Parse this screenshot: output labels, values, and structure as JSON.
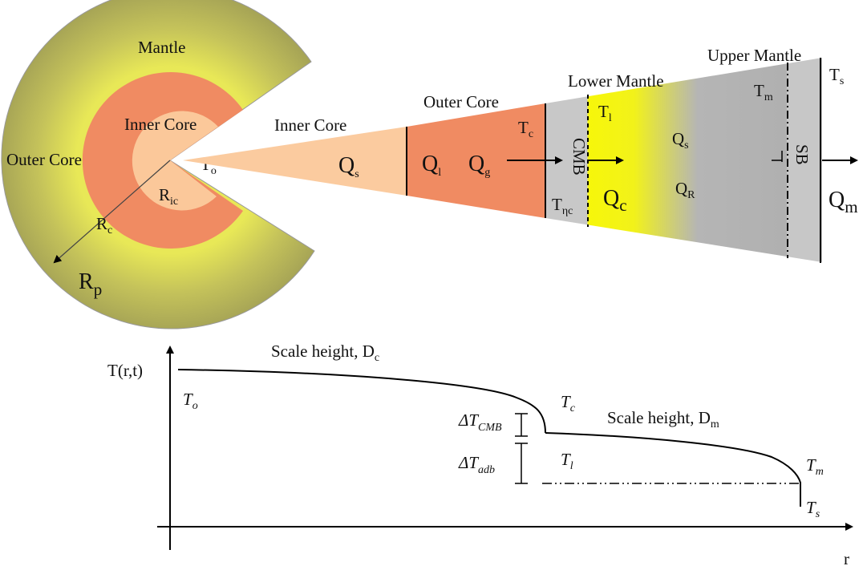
{
  "colors": {
    "mantle": "#a7a556",
    "mantle_glow": "#e8e857",
    "outer_core": "#f08b62",
    "inner_core": "#fbc89a",
    "wedge_inner": "#fbcb9f",
    "wedge_outer": "#f08b62",
    "cmb_gray": "#c8c8c8",
    "lower_mantle_yellow": "#f7f70a",
    "upper_gray": "#b0b0b0",
    "sb_gray": "#c7c7c7"
  },
  "planet": {
    "mantle_label": "Mantle",
    "outer_core_label": "Outer Core",
    "inner_core_label": "Inner Core",
    "center_label": "T",
    "center_sub": "o",
    "ric_label": "R",
    "ric_sub": "ic",
    "rc_label": "R",
    "rc_sub": "c",
    "rp_label": "R",
    "rp_sub": "p"
  },
  "wedge": {
    "inner_core_title": "Inner Core",
    "outer_core_title": "Outer Core",
    "lower_mantle_title": "Lower Mantle",
    "upper_mantle_title": "Upper Mantle",
    "qs_inner": "Q",
    "qs_inner_sub": "s",
    "ql": "Q",
    "ql_sub": "l",
    "qg": "Q",
    "qg_sub": "g",
    "tc": "T",
    "tc_sub": "c",
    "cmb": "CMB",
    "teta": "T",
    "teta_sub": "ηc",
    "tl": "T",
    "tl_sub": "l",
    "qc": "Q",
    "qc_sub": "c",
    "qs_mantle": "Q",
    "qs_mantle_sub": "s",
    "qr": "Q",
    "qr_sub": "R",
    "tm": "T",
    "tm_sub": "m",
    "sb": "SB",
    "ts": "T",
    "ts_sub": "s",
    "qm": "Q",
    "qm_sub": "m"
  },
  "profile": {
    "y_axis_label": "T(r,t)",
    "x_axis_label": "r",
    "scale_core": "Scale height, D",
    "scale_core_sub": "c",
    "scale_mantle": "Scale height, D",
    "scale_mantle_sub": "m",
    "to": "T",
    "to_sub": "o",
    "tc": "T",
    "tc_sub": "c",
    "tl": "T",
    "tl_sub": "l",
    "tm": "T",
    "tm_sub": "m",
    "ts": "T",
    "ts_sub": "s",
    "dt_cmb": "ΔT",
    "dt_cmb_sub": "CMB",
    "dt_adb": "ΔT",
    "dt_adb_sub": "adb"
  }
}
